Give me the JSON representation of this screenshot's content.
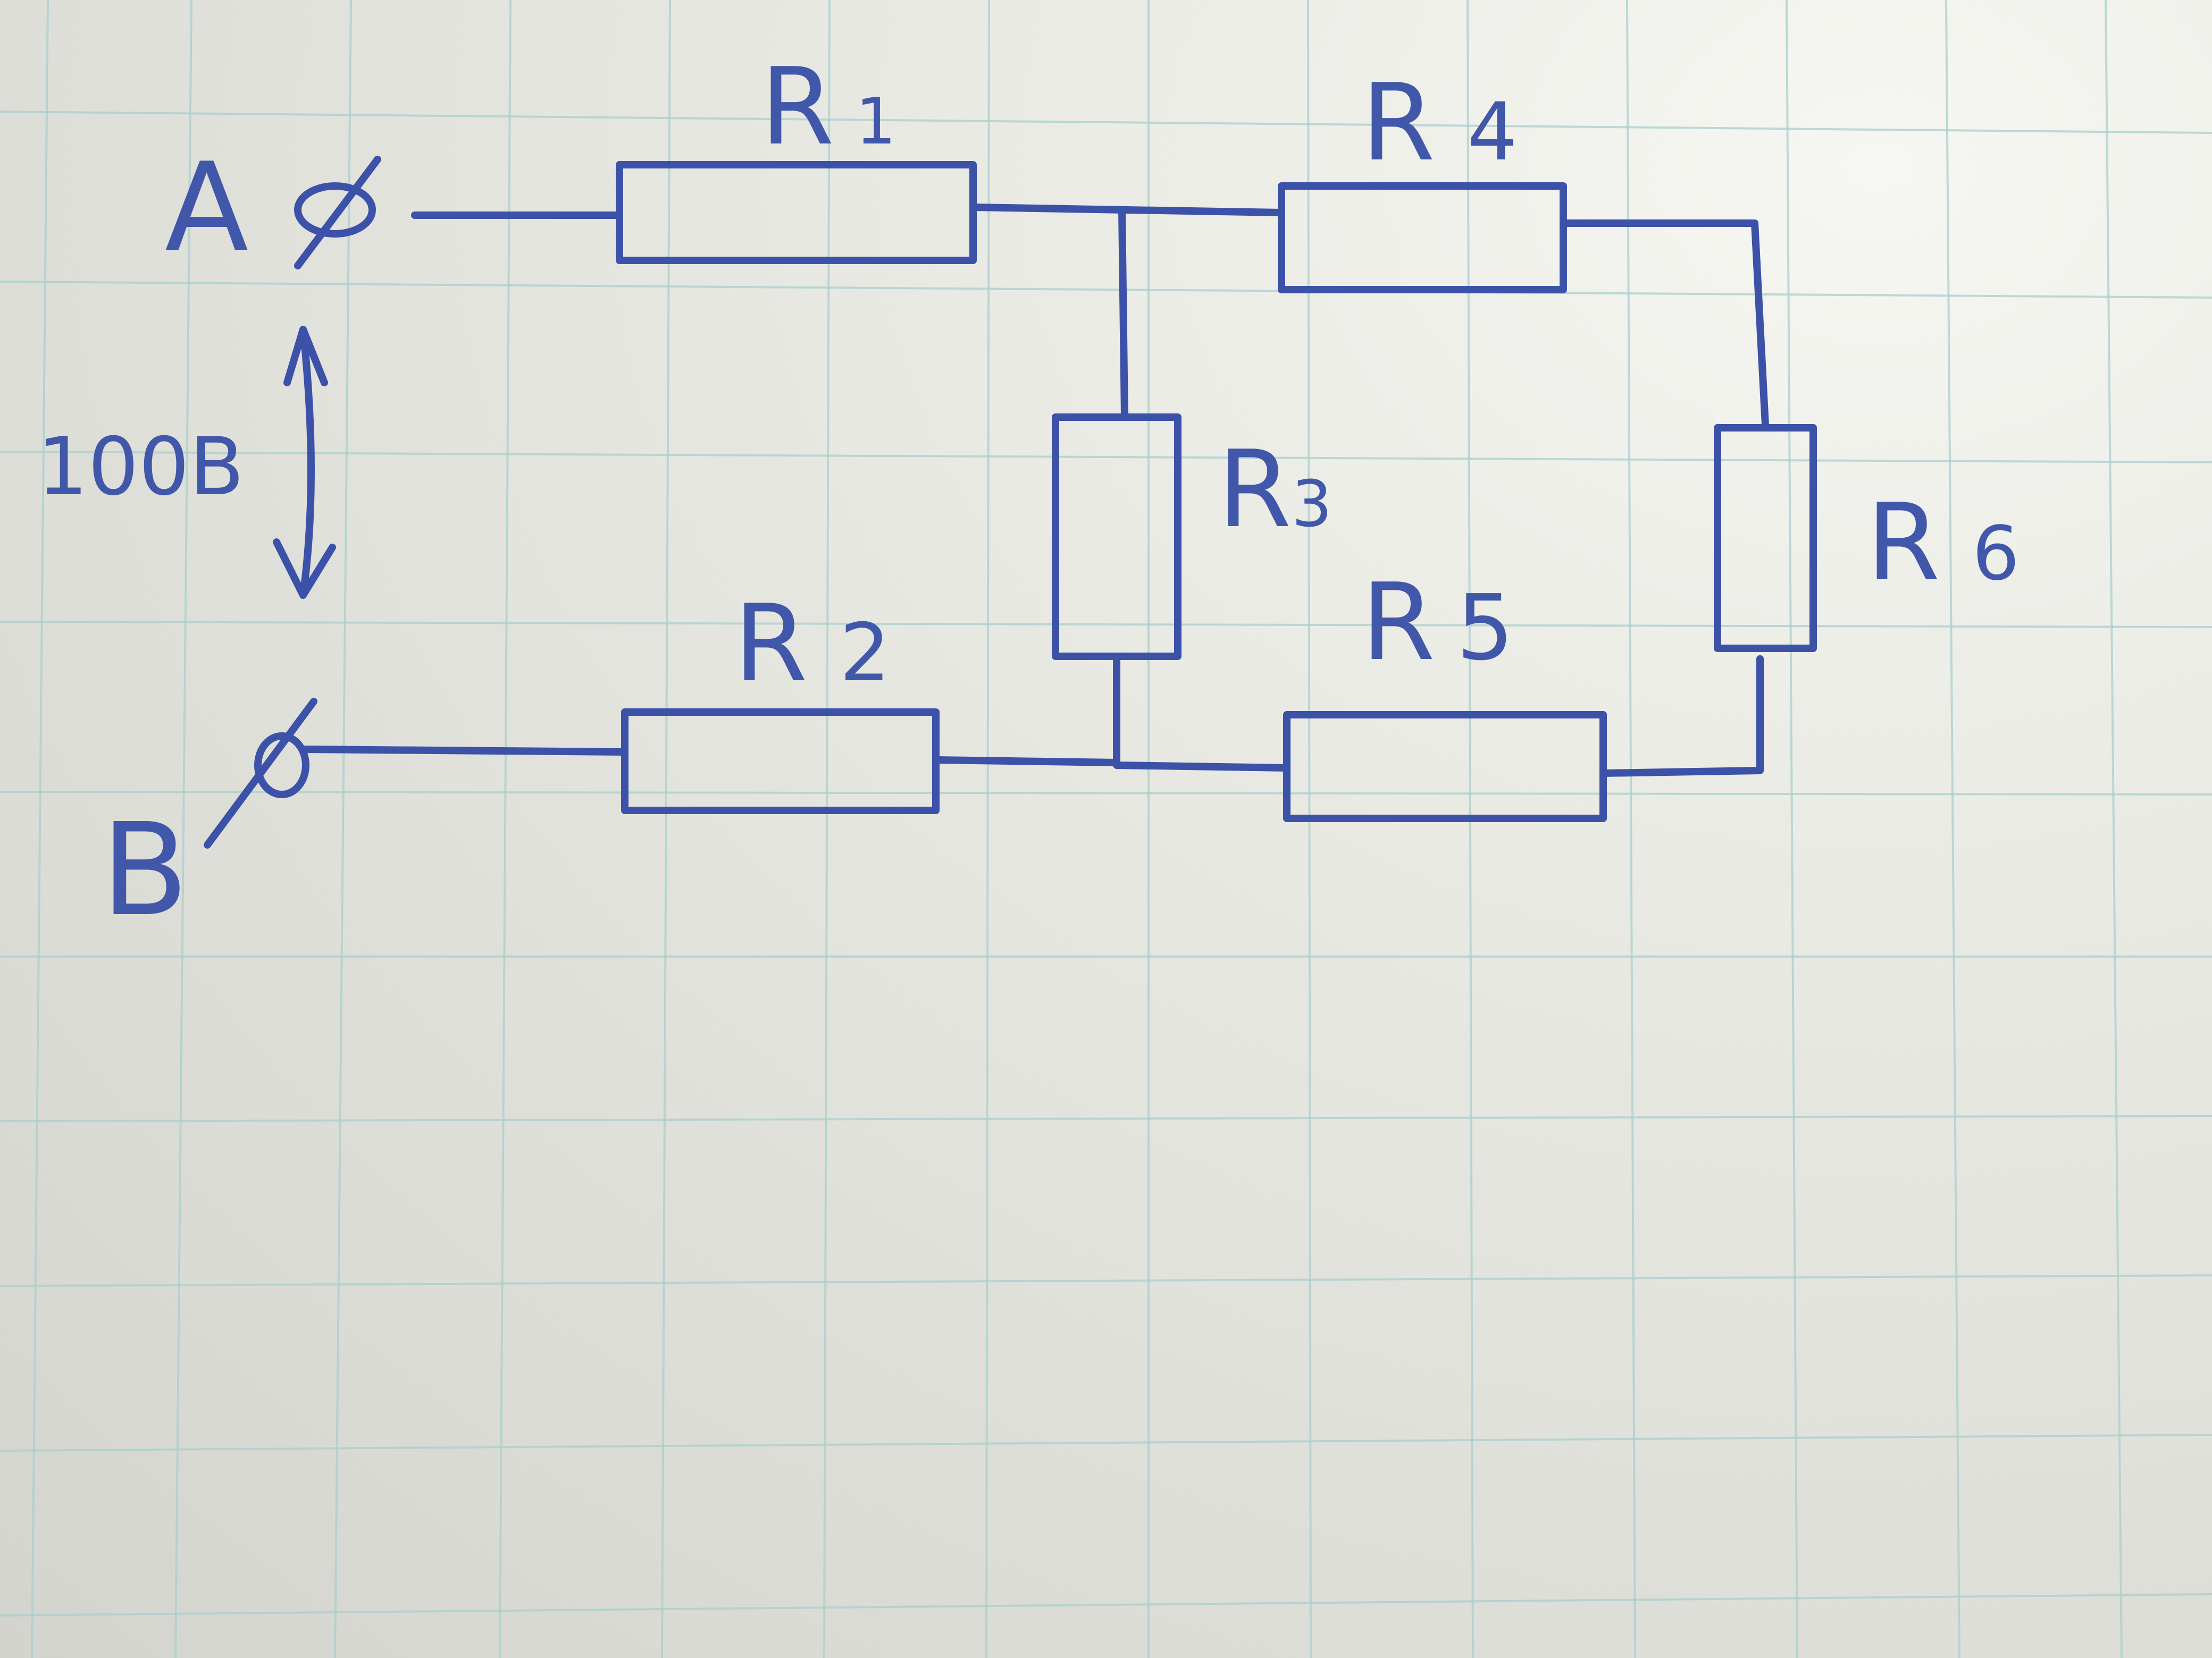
{
  "diagram": {
    "type": "circuit-schematic",
    "medium": "hand-drawn on graph paper",
    "ink_color": "#3c52a8",
    "grid_color": "#a9cfcf",
    "terminals": [
      {
        "id": "A",
        "label": "A"
      },
      {
        "id": "B",
        "label": "B"
      }
    ],
    "voltage_label": "100B",
    "resistors": [
      {
        "id": "R1",
        "label": "R",
        "subscript": "1",
        "orientation": "horizontal",
        "position": "top-left"
      },
      {
        "id": "R2",
        "label": "R",
        "subscript": "2",
        "orientation": "horizontal",
        "position": "bottom-left"
      },
      {
        "id": "R3",
        "label": "R",
        "subscript": "3",
        "orientation": "vertical",
        "position": "middle"
      },
      {
        "id": "R4",
        "label": "R",
        "subscript": "4",
        "orientation": "horizontal",
        "position": "top-right"
      },
      {
        "id": "R5",
        "label": "R",
        "subscript": "5",
        "orientation": "horizontal",
        "position": "bottom-right"
      },
      {
        "id": "R6",
        "label": "R",
        "subscript": "6",
        "orientation": "vertical",
        "position": "right"
      }
    ],
    "connections": [
      "A - R1 - node1",
      "node1 - R3 - node2",
      "node1 - R4 - node3",
      "node3 - R6 - node4",
      "node2 - R5 - node4",
      "B - R2 - node2"
    ]
  }
}
